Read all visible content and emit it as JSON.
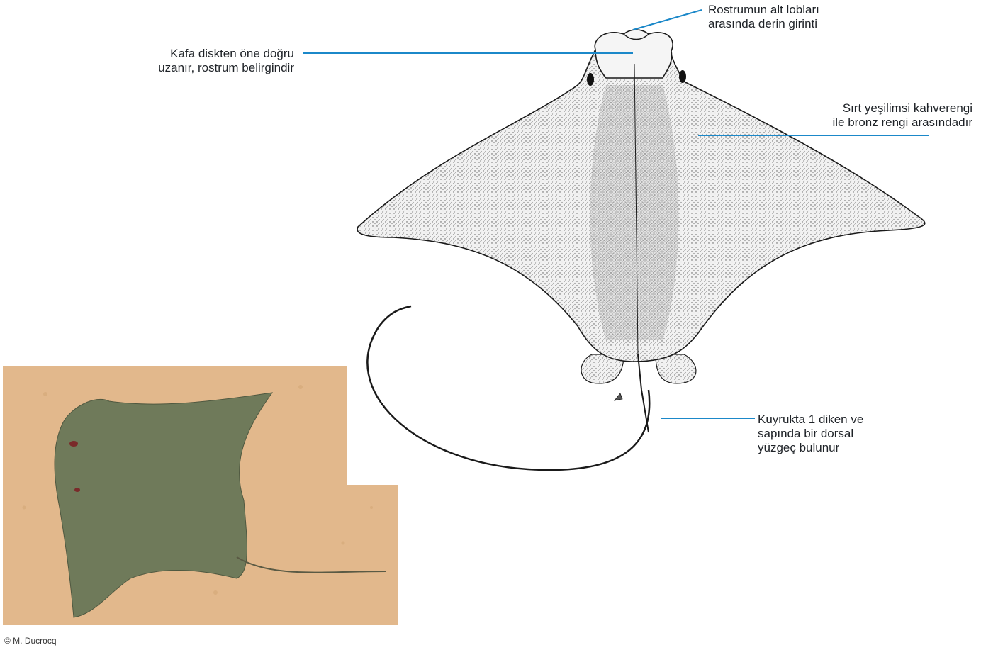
{
  "labels": {
    "rostrum_lobes": "Rostrumun alt lobları\narasında derin girinti",
    "head_extends": "Kafa diskten öne doğru\nuzanır, rostrum belirgindir",
    "back_color": "Sırt yeşilimsi kahverengi\nile bronz rengi arasındadır",
    "tail_spine": "Kuyrukta 1 diken ve\nsapında bir dorsal\nyüzgeç  bulunur"
  },
  "credit": "© M. Ducrocq",
  "colors": {
    "leader_line": "#1b88c9",
    "sand": "#e2b88c",
    "ray_body": "#6f7a5a",
    "ink": "#1a1a1a"
  }
}
